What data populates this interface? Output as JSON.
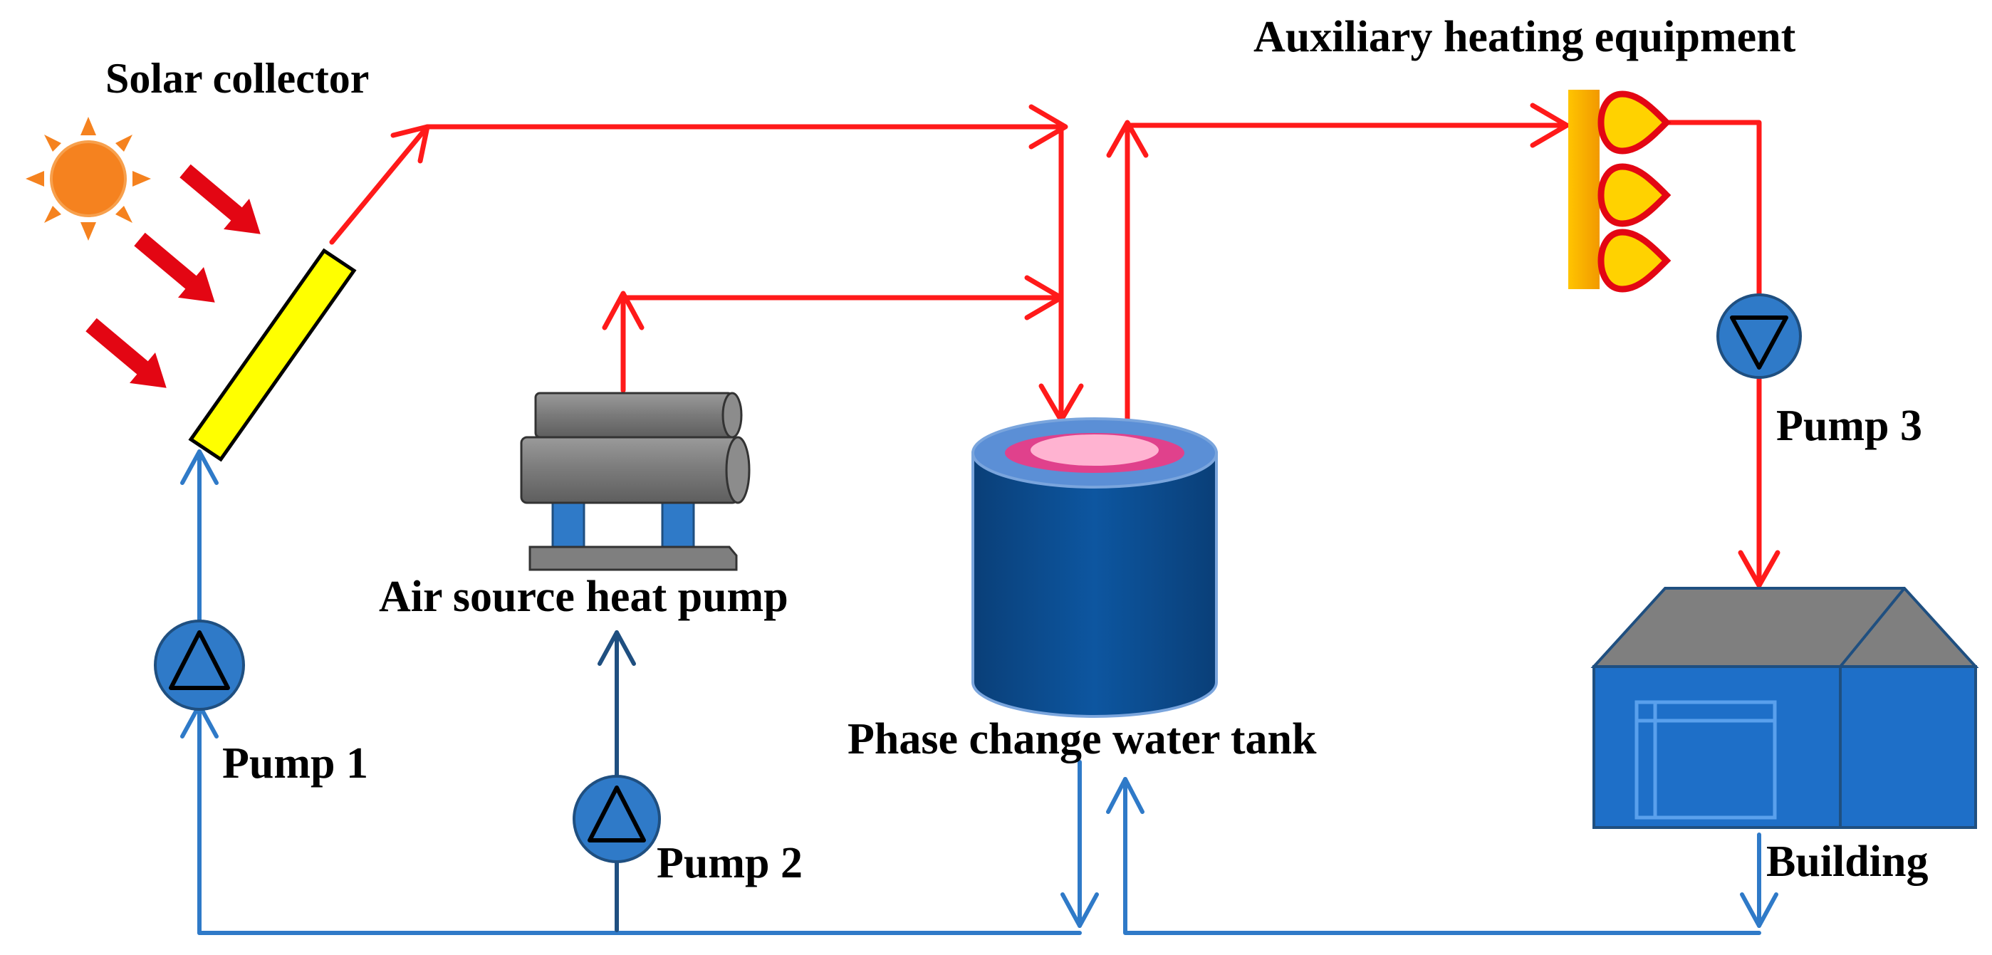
{
  "labels": {
    "solar_collector": "Solar collector",
    "auxiliary_heating": "Auxiliary heating equipment",
    "air_source_heat_pump": "Air source heat pump",
    "phase_change_tank": "Phase change water tank",
    "pump1": "Pump 1",
    "pump2": "Pump 2",
    "pump3": "Pump 3",
    "building": "Building"
  },
  "colors": {
    "supply_pipe": "#ff1a1a",
    "return_pipe": "#2f7ac8",
    "return_pipe_dark": "#1f4f80",
    "sun": "#f5821f",
    "sun_ray_arrow": "#e30613",
    "collector_panel": "#ffff00",
    "tank_body": "#0b4a8c",
    "tank_top_ring": "#5b8fd6",
    "tank_pcm_outer": "#e0418c",
    "tank_pcm_inner": "#ffb3d1",
    "heat_pump_body": "#7f7f7f",
    "heat_pump_legs": "#2f7ac8",
    "flame_fill": "#ffd200",
    "flame_outline": "#e30613",
    "heater_plate": "#f7b500",
    "pump_fill": "#2f7ac8",
    "building_body": "#1e6fc8",
    "building_roof": "#7f7f7f"
  }
}
